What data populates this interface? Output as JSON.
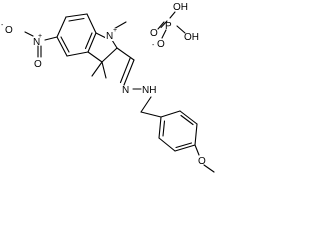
{
  "structure": {
    "labels": {
      "n_ring": "N",
      "n_ring_charge": "+",
      "methyl_n": "",
      "nitro_o_left": "O",
      "nitro_o_charge": "-",
      "nitro_n": "N",
      "nitro_n_charge": "+",
      "nitro_o_bottom": "O",
      "hydrazone_n1": "N",
      "hydrazone_nh": "NH",
      "methoxy_o": "O",
      "phosphate_p": "P",
      "phosphate_oh_top": "OH",
      "phosphate_o_dbl": "O",
      "phosphate_o_neg": "O",
      "phosphate_o_neg_charge": "-",
      "phosphate_oh_right": "OH"
    }
  }
}
